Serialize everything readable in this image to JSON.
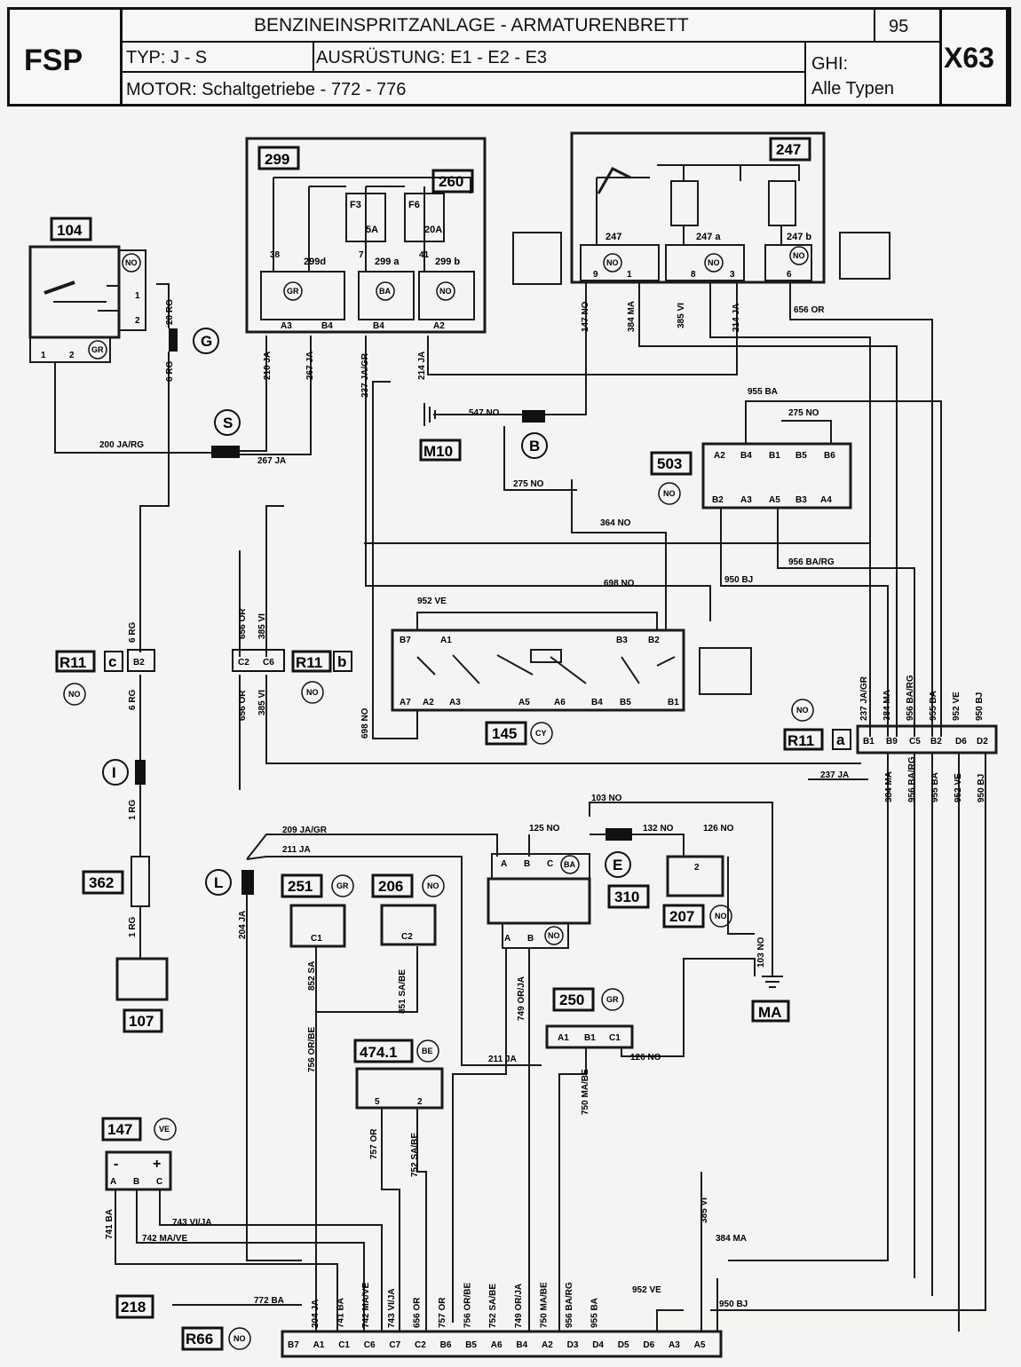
{
  "header": {
    "brand": "FSP",
    "title": "BENZINEINSPRITZANLAGE - ARMATURENBRETT",
    "page": "95",
    "sheet": "X63",
    "typ": "TYP: J - S",
    "ausruestung": "AUSRÜSTUNG: E1 - E2 - E3",
    "motor": "MOTOR: Schaltgetriebe - 772 - 776",
    "ghi_label": "GHI:",
    "ghi_value": "Alle Typen"
  },
  "components": {
    "c104": "104",
    "c299": "299",
    "c260": "260",
    "c247": "247",
    "c503": "503",
    "c145": "145",
    "c310": "310",
    "c251": "251",
    "c206": "206",
    "c207": "207",
    "c250": "250",
    "c474": "474.1",
    "c147": "147",
    "c362": "362",
    "c107": "107",
    "c218": "218",
    "cR66": "R66",
    "cM10": "M10",
    "cMA": "MA",
    "cR11a": "R11",
    "cR11b": "R11",
    "cR11c": "R11"
  },
  "connectors": {
    "G": "G",
    "S": "S",
    "B": "B",
    "I": "I",
    "L": "L",
    "E": "E",
    "a": "a",
    "b": "b",
    "c": "c"
  },
  "colors": {
    "NO": "NO",
    "GR": "GR",
    "BA": "BA",
    "CY": "CY",
    "VE": "VE",
    "BE": "BE"
  },
  "sub_labels": {
    "s299d": "299d",
    "s299a": "299 a",
    "s299b": "299 b",
    "s247": "247",
    "s247a": "247 a",
    "s247b": "247 b",
    "F3": "F3",
    "F3v": "5A",
    "F6": "F6",
    "F6v": "20A"
  },
  "pins": {
    "p299": [
      "38",
      "7",
      "41",
      "A3",
      "B4",
      "B4",
      "A2"
    ],
    "p247": [
      "9",
      "1",
      "8",
      "3",
      "6"
    ],
    "p104": [
      "1",
      "2",
      "1",
      "2"
    ],
    "p503top": [
      "A2",
      "B4",
      "B1",
      "B5",
      "B6"
    ],
    "p503bot": [
      "B2",
      "A3",
      "A5",
      "B3",
      "A4"
    ],
    "p145top": [
      "B7",
      "A1",
      "B3",
      "B2"
    ],
    "p145bot": [
      "A7",
      "A2",
      "A3",
      "A5",
      "A6",
      "B4",
      "B5",
      "B1"
    ],
    "pR11a": [
      "B1",
      "B9",
      "C5",
      "B2",
      "D6",
      "D2"
    ],
    "pR11b": [
      "C2",
      "C6"
    ],
    "pR11c": [
      "B2"
    ],
    "p310top": [
      "A",
      "B",
      "C"
    ],
    "p310bot": [
      "A",
      "B"
    ],
    "p250": [
      "A1",
      "B1",
      "C1"
    ],
    "p474": [
      "5",
      "2"
    ],
    "p147": [
      "A",
      "B",
      "C",
      "-",
      "+"
    ],
    "p251": [
      "C1"
    ],
    "p206": [
      "C2"
    ],
    "p207": [
      "2"
    ],
    "pR66": [
      "B7",
      "A1",
      "C1",
      "C6",
      "C7",
      "C2",
      "B6",
      "B5",
      "A6",
      "B4",
      "A2",
      "D3",
      "D4",
      "D5",
      "D6",
      "A3",
      "A5"
    ]
  },
  "wires": {
    "w20RG": "20 RG",
    "w6RG": "6 RG",
    "w200": "200 JA/RG",
    "w210": "210 JA",
    "w267a": "267 JA",
    "w267b": "267 JA",
    "w237": "237 JA/GR",
    "w214": "214 JA",
    "w147": "147 NO",
    "w384": "384 MA",
    "w385": "385 VI",
    "w214b": "214 JA",
    "w656": "656 OR",
    "w547": "547 NO",
    "w955": "955 BA",
    "w275a": "275 NO",
    "w275b": "275 NO",
    "w364": "364 NO",
    "w956": "956 BA/RG",
    "w950": "950 BJ",
    "w698a": "698 NO",
    "w952": "952 VE",
    "w656b": "656 OR",
    "w385b": "385 VI",
    "w6RGb": "6 RG",
    "w6RGc": "6 RG",
    "w656c": "656 OR",
    "w385c": "385 VI",
    "w698b": "698 NO",
    "w1RG": "1 RG",
    "w1RGb": "1 RG",
    "wR11a": [
      "237 JA/GR",
      "384 MA",
      "956 BA/RG",
      "955 BA",
      "952 VE",
      "950 BJ"
    ],
    "wR11b": [
      "384 MA",
      "956 BA/RG",
      "955 BA",
      "952 VE",
      "950 BJ"
    ],
    "w237b": "237 JA",
    "w103": "103 NO",
    "w125": "125 NO",
    "w132": "132 NO",
    "w126": "126 NO",
    "w209": "209 JA/GR",
    "w211": "211 JA",
    "w204": "204 JA",
    "w852": "852 SA",
    "w851": "851 SA/BE",
    "w756": "756 OR/BE",
    "w749": "749 OR/JA",
    "w103b": "103 NO",
    "w211b": "211 JA",
    "w126b": "126 NO",
    "w750": "750 MA/BE",
    "w757": "757 OR",
    "w752": "752 SA/BE",
    "w741": "741 BA",
    "w742": "742 MA/VE",
    "w743": "743 VI/JA",
    "w385d": "385 VI",
    "w384d": "384 MA",
    "w772": "772 BA",
    "w952b": "952 VE",
    "w950b": "950 BJ",
    "wBottom": [
      "204 JA",
      "741 BA",
      "742 MA/VE",
      "743 VI/JA",
      "656 OR",
      "757 OR",
      "756 OR/BE",
      "752 SA/BE",
      "749 OR/JA",
      "750 MA/BE",
      "956 BA/RG",
      "955 BA"
    ]
  }
}
